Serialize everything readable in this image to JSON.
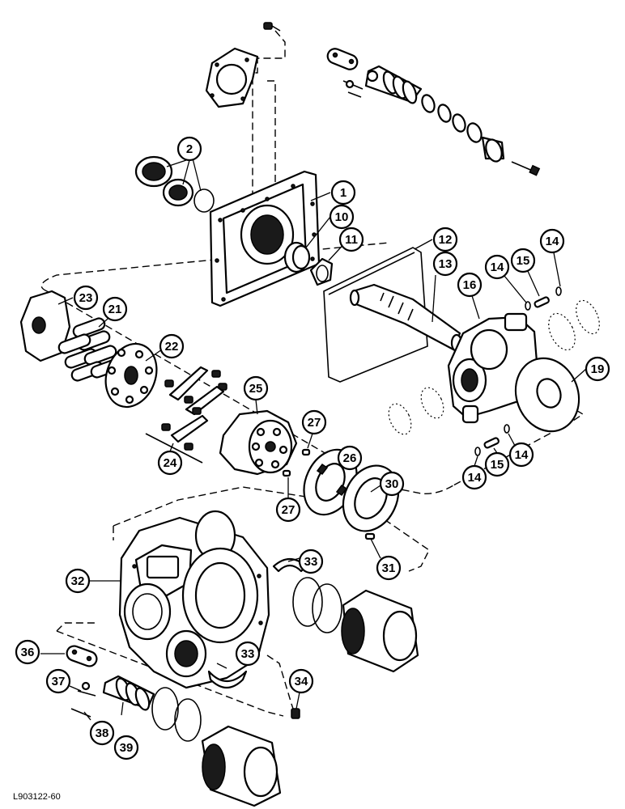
{
  "figure_ref": "L903122-60",
  "callouts": [
    {
      "id": "c1",
      "label": "1"
    },
    {
      "id": "c2",
      "label": "2"
    },
    {
      "id": "c10",
      "label": "10"
    },
    {
      "id": "c11",
      "label": "11"
    },
    {
      "id": "c12",
      "label": "12"
    },
    {
      "id": "c13",
      "label": "13"
    },
    {
      "id": "c14a",
      "label": "14"
    },
    {
      "id": "c14b",
      "label": "14"
    },
    {
      "id": "c15a",
      "label": "15"
    },
    {
      "id": "c16",
      "label": "16"
    },
    {
      "id": "c19",
      "label": "19"
    },
    {
      "id": "c21",
      "label": "21"
    },
    {
      "id": "c22",
      "label": "22"
    },
    {
      "id": "c23",
      "label": "23"
    },
    {
      "id": "c24",
      "label": "24"
    },
    {
      "id": "c25",
      "label": "25"
    },
    {
      "id": "c26",
      "label": "26"
    },
    {
      "id": "c27a",
      "label": "27"
    },
    {
      "id": "c27b",
      "label": "27"
    },
    {
      "id": "c14c",
      "label": "14"
    },
    {
      "id": "c15b",
      "label": "15"
    },
    {
      "id": "c14d",
      "label": "14"
    },
    {
      "id": "c30",
      "label": "30"
    },
    {
      "id": "c31",
      "label": "31"
    },
    {
      "id": "c32",
      "label": "32"
    },
    {
      "id": "c33a",
      "label": "33"
    },
    {
      "id": "c33b",
      "label": "33"
    },
    {
      "id": "c34",
      "label": "34"
    },
    {
      "id": "c36",
      "label": "36"
    },
    {
      "id": "c37",
      "label": "37"
    },
    {
      "id": "c38",
      "label": "38"
    },
    {
      "id": "c39",
      "label": "39"
    }
  ]
}
